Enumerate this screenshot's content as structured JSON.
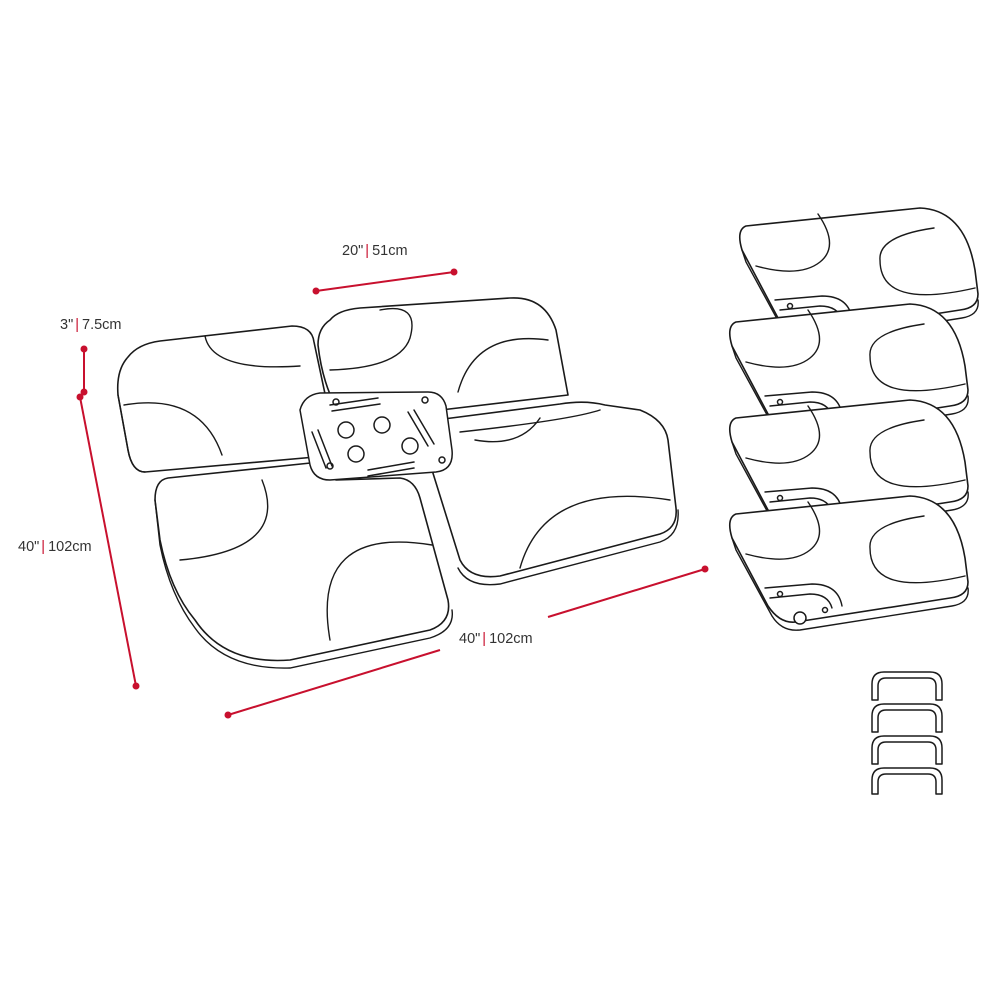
{
  "dimensions": {
    "top_width": {
      "value": "20\"",
      "sep": "|",
      "metric": "51cm"
    },
    "height": {
      "value": "3\"",
      "sep": "|",
      "metric": "7.5cm"
    },
    "depth": {
      "value": "40\"",
      "sep": "|",
      "metric": "102cm"
    },
    "bottom_width": {
      "value": "40\"",
      "sep": "|",
      "metric": "102cm"
    }
  },
  "colors": {
    "dimension_line": "#c8102e",
    "outline": "#1a1a1a",
    "label_text": "#333333",
    "background": "#ffffff"
  }
}
